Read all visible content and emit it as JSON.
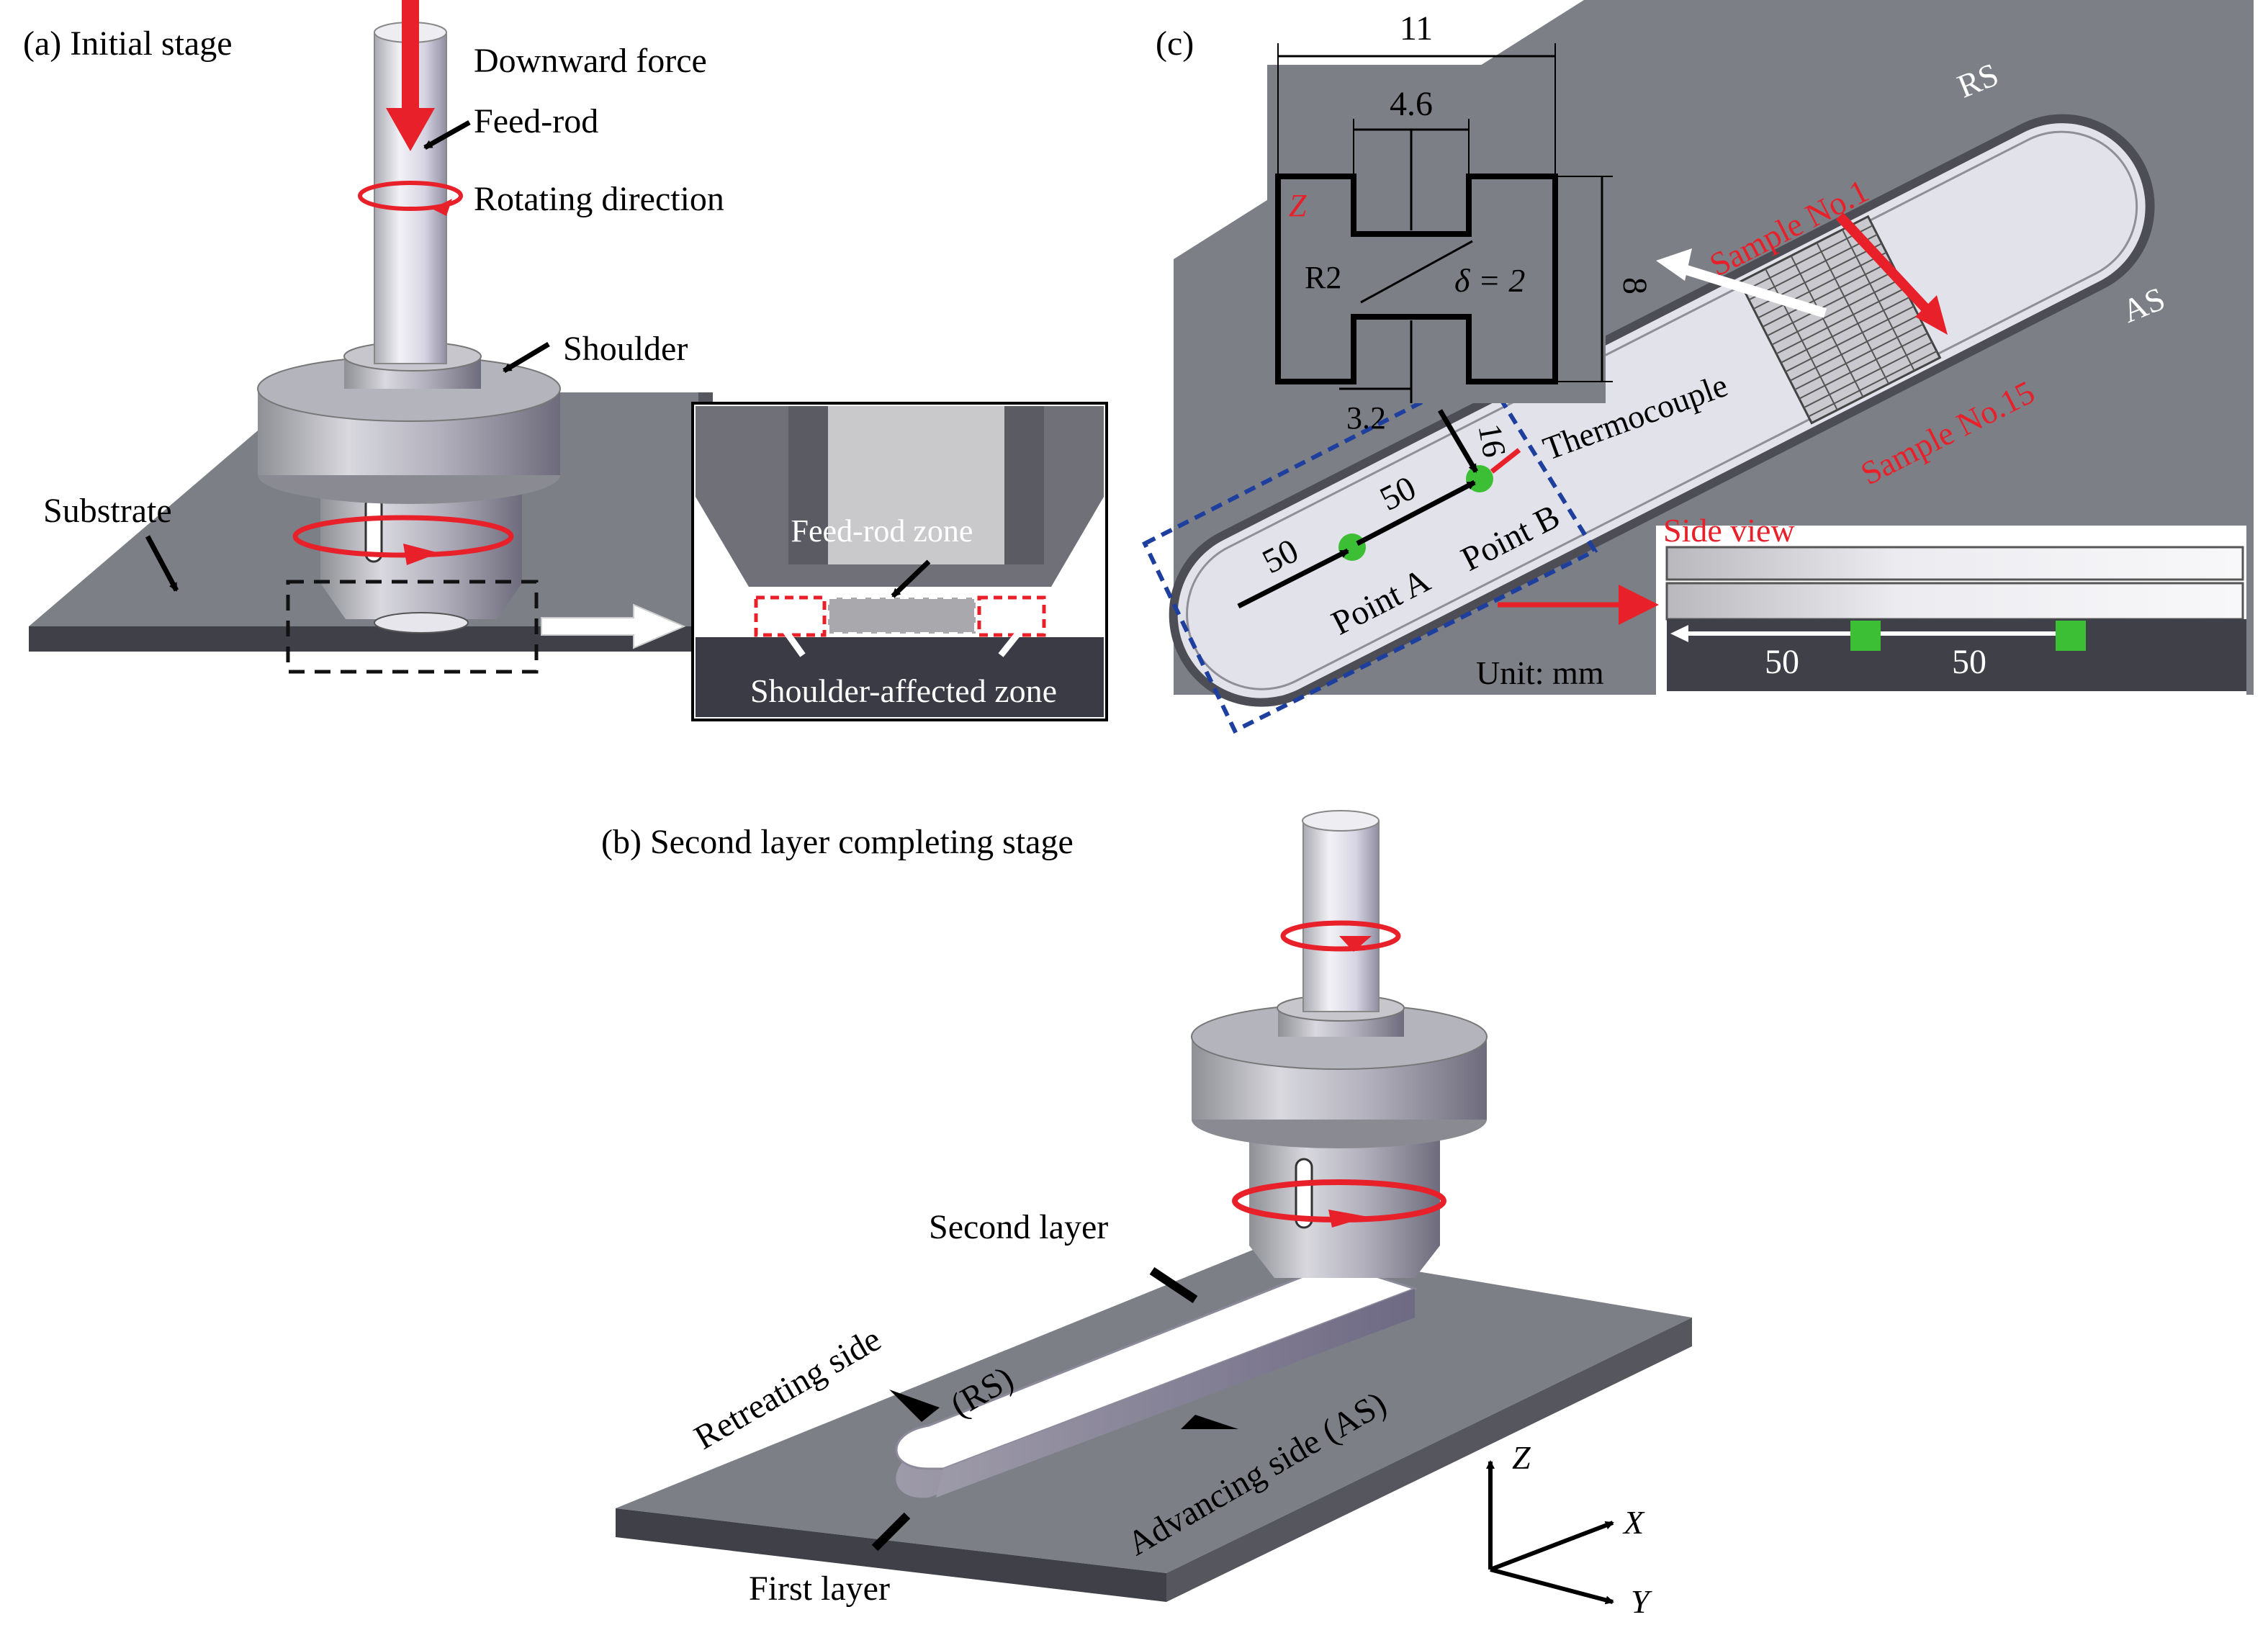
{
  "panel_a": {
    "title": "(a) Initial stage",
    "labels": {
      "downward_force": "Downward force",
      "feed_rod": "Feed-rod",
      "rotating_direction": "Rotating direction",
      "shoulder": "Shoulder",
      "substrate": "Substrate"
    },
    "inset": {
      "feed_rod_zone": "Feed-rod zone",
      "shoulder_affected_zone": "Shoulder-affected zone"
    }
  },
  "panel_b": {
    "title": "(b) Second layer completing stage",
    "labels": {
      "second_layer": "Second layer",
      "retreating_side": "Retreating side",
      "rs": "(RS)",
      "advancing_side": "Advancing side (AS)",
      "first_layer": "First layer"
    },
    "axes": {
      "z": "Z",
      "x": "X",
      "y": "Y"
    }
  },
  "panel_c": {
    "title": "(c)",
    "rs": "RS",
    "as": "AS",
    "sample_first": "Sample No.1",
    "sample_last": "Sample No.15",
    "thermocouple": "Thermocouple",
    "point_a": "Point A",
    "point_b": "Point B",
    "side_view": "Side view",
    "unit": "Unit: mm",
    "dims": {
      "width": "11",
      "neck": "4.6",
      "radius": "R2",
      "thickness": "δ = 2",
      "height": "8",
      "bottom": "3.2",
      "z": "Z",
      "offset": "16",
      "dist_a": "50",
      "dist_b": "50",
      "side_dist_a": "50",
      "side_dist_b": "50"
    }
  },
  "colors": {
    "red": "#e8202a",
    "green": "#3dbf35",
    "plate_gray": "#7d7f86",
    "dark_gray": "#3f4048",
    "metal_light": "#d9d9e3",
    "dashed_blue": "#1f3f9f"
  }
}
